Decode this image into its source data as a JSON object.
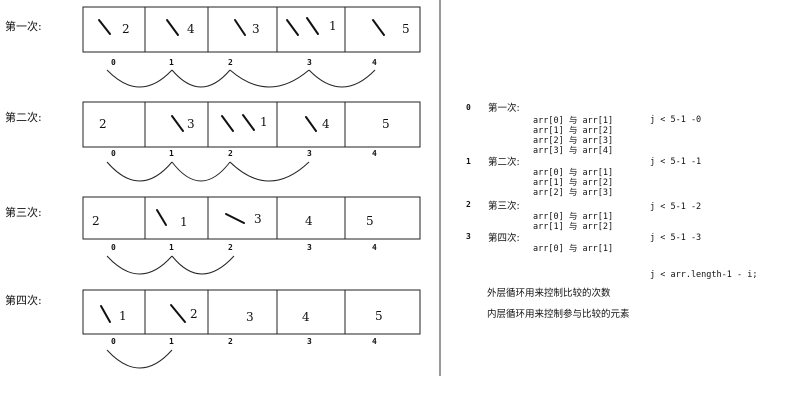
{
  "left": {
    "indices": [
      "0",
      "1",
      "2",
      "3",
      "4"
    ],
    "rounds": [
      {
        "label": "第一次:",
        "cells": [
          "2",
          "4",
          "3",
          "1",
          "5"
        ]
      },
      {
        "label": "第二次:",
        "cells": [
          "2",
          "3",
          "1",
          "4",
          "5"
        ]
      },
      {
        "label": "第三次:",
        "cells": [
          "2",
          "1",
          "3",
          "4",
          "5"
        ]
      },
      {
        "label": "第四次:",
        "cells": [
          "1",
          "2",
          "3",
          "4",
          "5"
        ]
      }
    ]
  },
  "right": {
    "rounds": [
      {
        "num": "0",
        "label": "第一次:",
        "cond": "j < 5-1 -0",
        "pairs": [
          "arr[0] 与 arr[1]",
          "arr[1] 与 arr[2]",
          "arr[2] 与 arr[3]",
          "arr[3] 与 arr[4]"
        ]
      },
      {
        "num": "1",
        "label": "第二次:",
        "cond": "j < 5-1 -1",
        "pairs": [
          "arr[0] 与 arr[1]",
          "arr[1] 与 arr[2]",
          "arr[2] 与 arr[3]"
        ]
      },
      {
        "num": "2",
        "label": "第三次:",
        "cond": "j < 5-1 -2",
        "pairs": [
          "arr[0] 与 arr[1]",
          "arr[1] 与 arr[2]"
        ]
      },
      {
        "num": "3",
        "label": "第四次:",
        "cond": "j < 5-1 -3",
        "pairs": [
          "arr[0] 与 arr[1]"
        ]
      }
    ],
    "inner_cond": "j < arr.length-1 - i;",
    "note_outer": "外层循环用来控制比较的次数",
    "note_inner": "内层循环用来控制参与比较的元素"
  }
}
